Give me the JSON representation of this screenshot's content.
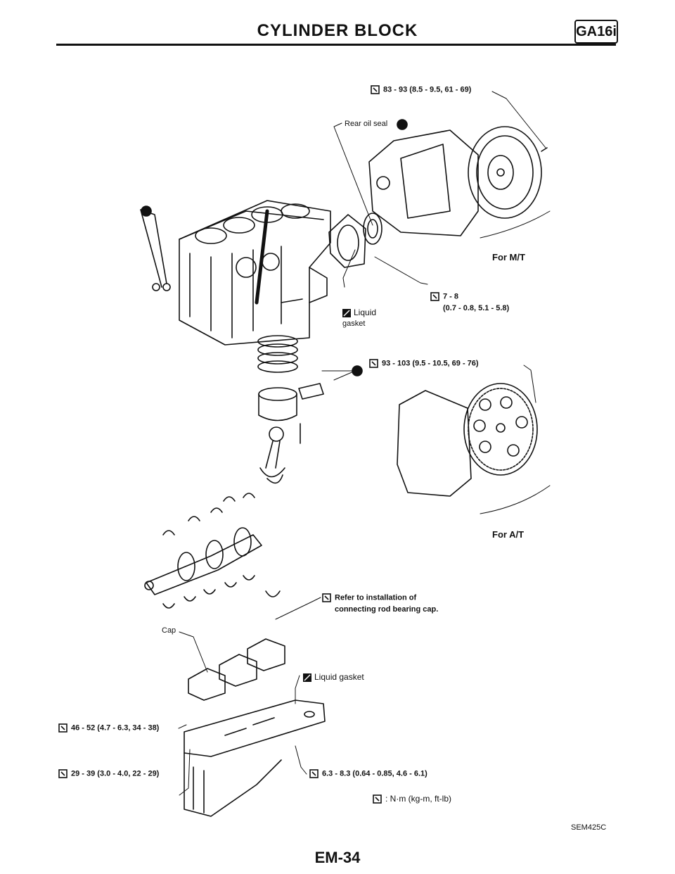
{
  "header": {
    "title": "CYLINDER BLOCK",
    "engine_code": "GA16i"
  },
  "labels": {
    "flywheel_torque": "83 - 93 (8.5 - 9.5, 61 - 69)",
    "rear_oil_seal": "Rear oil seal",
    "for_mt": "For M/T",
    "rear_plate_torque_1": "7 - 8",
    "rear_plate_torque_2": "(0.7 - 0.8, 5.1 - 5.8)",
    "liquid_gasket_line1": "Liquid",
    "liquid_gasket_line2": "gasket",
    "drive_plate_torque": "93 - 103 (9.5 - 10.5, 69 - 76)",
    "for_at": "For A/T",
    "conrod_note_line1": "Refer to installation of",
    "conrod_note_line2": "connecting rod bearing cap.",
    "cap": "Cap",
    "oil_pan_liquid_gasket": "Liquid gasket",
    "main_cap_torque": "46 - 52 (4.7 - 6.3, 34 - 38)",
    "main_bolt_torque": "29 - 39 (3.0 - 4.0, 22 - 29)",
    "oil_pan_torque": "6.3 - 8.3 (0.64 - 0.85, 4.6 - 6.1)",
    "units_legend": ": N·m (kg-m, ft-lb)"
  },
  "footer": {
    "figure_ref": "SEM425C",
    "page_number": "EM-34"
  }
}
